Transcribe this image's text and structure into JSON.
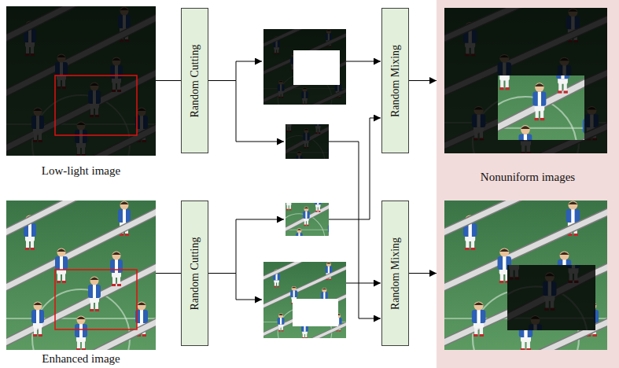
{
  "diagram": {
    "nodes": [
      {
        "text": [
          "Low-light image"
        ]
      },
      {
        "text": [
          "Random Cutting"
        ]
      },
      {
        "text": [
          "Random Mixing"
        ]
      },
      {
        "text": [
          "Nonuniform images"
        ]
      },
      {
        "text": [
          "Enhanced image"
        ]
      },
      {
        "text": [
          "Random Cutting"
        ]
      },
      {
        "text": [
          "Random Mixing"
        ]
      }
    ],
    "edges": [
      {
        "from": 0,
        "to": 1,
        "arrow": "none"
      },
      {
        "from": 2,
        "to": 3,
        "arrow": "to"
      },
      {
        "from": 4,
        "to": 5,
        "arrow": "none"
      },
      {
        "from": 6,
        "to": 3,
        "arrow": "to"
      }
    ]
  }
}
